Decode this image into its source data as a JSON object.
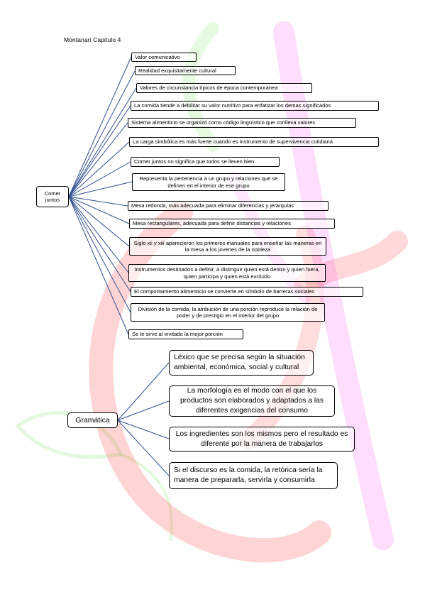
{
  "title": "Montanari Capitulo 4",
  "colors": {
    "connector": "#2f4f8f",
    "watermark_red": "#ff2a2a",
    "watermark_pink": "#ff55ee",
    "watermark_green": "#66dd44"
  },
  "comer": {
    "label": "Comer juntos",
    "items": [
      "Valor comunicativo",
      "Realidad exquisitamente cultural",
      "Valores de circunstancia típicos de época contemporanea",
      "La comida tiende a debilitar su valor nutritivo para enfatizar los demas significados",
      "Sistema alimenticio se organizó como código lingüístico que conlleva valores",
      "La carga simbólica es más fuerte cuando es instrumento de supervivencia cotidiana",
      "Comer juntos no significa que todos se lleven bien",
      "Representa la pertenencia a un grupo y relaciones que se definen en el interior de ese grupo",
      "Mesa redonda, más adecuada para eliminar diferencias y jerarquías",
      "Mesa rectangulares, adecuada para definir distancias y relaciones",
      "Siglo xii y xiii aparecieron los primeros manuales para enseñar las maneras en la mesa a los jovenes de la nobleza",
      "Instrumentos destinados a definir, a distinguir quien está dentro y quien fuera, quien participa y quien está excluido",
      "El comportamiento alimenticio se convierte en símbolo de barreras sociales",
      "División de la comida, la atribución de una porción reproduce la relación de poder y de prestigio en el interior del grupo",
      "Se le sirve al invitado la mejor porción"
    ]
  },
  "gramatica": {
    "label": "Gramática",
    "items": [
      "Léxico que se precisa según la situación ambiental, económica, social y cultural",
      "La morfología es el modo con el que los productos son elaborados y adaptados a las diferentes exigencias del consumo",
      "Los ingredientes son los mismos pero el resultado es diferente por la manera de trabajarlos",
      "Si el discurso es la comida, la retórica sería la manera de prepararla, servirla y consumirla"
    ]
  }
}
